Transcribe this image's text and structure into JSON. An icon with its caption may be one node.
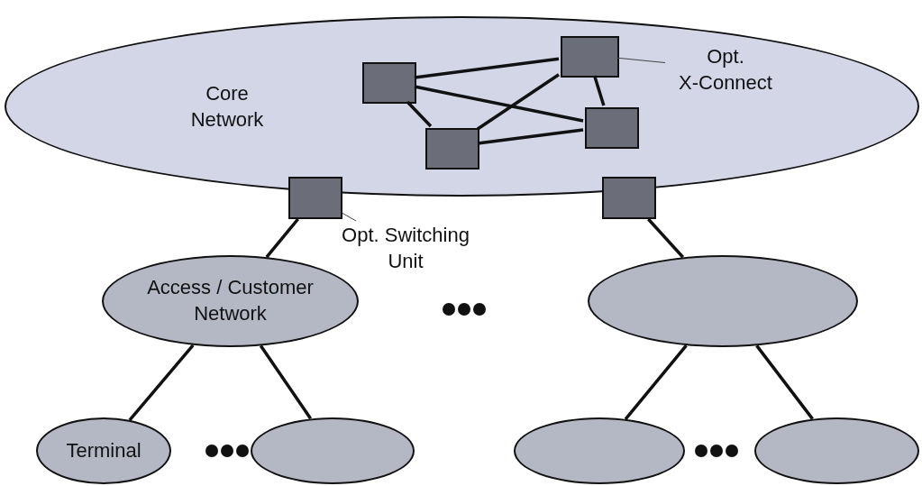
{
  "diagram": {
    "nodes": [
      {
        "text": [
          "Core Network"
        ]
      },
      {
        "text": [],
        "shape": "box",
        "in": 0
      },
      {
        "text": [],
        "shape": "box",
        "in": 0
      },
      {
        "text": [],
        "shape": "box",
        "in": 0
      },
      {
        "text": [],
        "shape": "box",
        "in": 0
      },
      {
        "text": [],
        "shape": "box"
      },
      {
        "text": [],
        "shape": "box"
      },
      {
        "text": [
          "Opt. X-Connect"
        ],
        "in": 0
      },
      {
        "text": [
          "Opt. Switching Unit"
        ]
      },
      {
        "text": [
          "Access / Customer Network"
        ]
      },
      {
        "text": [],
        "shape": "ellipse"
      },
      {
        "text": [
          "Terminal"
        ]
      },
      {
        "text": [],
        "shape": "ellipse"
      },
      {
        "text": [],
        "shape": "ellipse"
      },
      {
        "text": [],
        "shape": "ellipse"
      }
    ],
    "edges": [
      {
        "from": 1,
        "to": 2,
        "arrow": "none"
      },
      {
        "from": 1,
        "to": 3,
        "arrow": "none"
      },
      {
        "from": 1,
        "to": 4,
        "arrow": "none"
      },
      {
        "from": 4,
        "to": 2,
        "arrow": "none"
      },
      {
        "from": 4,
        "to": 3,
        "arrow": "none"
      },
      {
        "from": 2,
        "to": 3,
        "arrow": "none"
      },
      {
        "from": 7,
        "to": 2,
        "arrow": "none"
      },
      {
        "from": 8,
        "to": 5,
        "arrow": "none"
      },
      {
        "from": 5,
        "to": 9,
        "arrow": "none"
      },
      {
        "from": 6,
        "to": 10,
        "arrow": "none"
      },
      {
        "from": 9,
        "to": 11,
        "arrow": "none"
      },
      {
        "from": 9,
        "to": 12,
        "arrow": "none"
      },
      {
        "from": 10,
        "to": 13,
        "arrow": "none"
      },
      {
        "from": 10,
        "to": 14,
        "arrow": "none"
      }
    ]
  }
}
